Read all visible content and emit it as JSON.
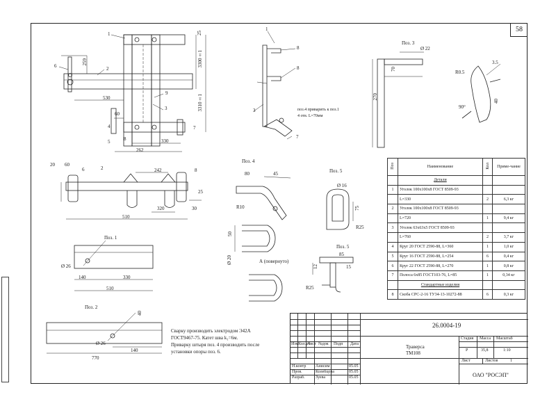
{
  "sheet_number": "58",
  "views": {
    "main_labels": [
      "1",
      "2",
      "3",
      "4",
      "5",
      "6",
      "7",
      "8",
      "9"
    ],
    "main_dims": [
      "259",
      "530",
      "60",
      "330",
      "262",
      "25",
      "3300±1",
      "3310±1"
    ],
    "side_note_line1": "поз.4 приварить к поз.1",
    "side_note_line2": "4 отв. L=70мм",
    "plan_dims": [
      "20",
      "60",
      "242",
      "25",
      "320",
      "510",
      "30",
      "6"
    ],
    "pos1_title": "Поз. 1",
    "pos1_dims": [
      "Ø 26",
      "140",
      "330",
      "510"
    ],
    "pos2_title": "Поз. 2",
    "pos2_dims": [
      "40",
      "Ø 26",
      "140",
      "770"
    ],
    "pos3_title": "Поз. 3",
    "pos3_dims": [
      "Ø 22",
      "70",
      "R0.5",
      "3.5",
      "90°",
      "40",
      "270"
    ],
    "pos4_title": "Поз. 4",
    "pos4_dims": [
      "80",
      "45",
      "R10",
      "Ø 20",
      "50"
    ],
    "pos4_view": "А (повернуто)",
    "pos5a_title": "Поз. 5",
    "pos5a_dims": [
      "Ø 16",
      "75",
      "R25"
    ],
    "pos5b_title": "Поз. 5",
    "pos5b_dims": [
      "85",
      "15",
      "12",
      "R25"
    ]
  },
  "spec_table": {
    "headers": {
      "pos": "Поз",
      "name": "Наименование",
      "qty": "Кол",
      "note": "Приме-чание"
    },
    "section_parts": "Детали",
    "section_std": "Стандартные изделия",
    "rows": [
      {
        "pos": "1",
        "name": "Уголок 100х100х8 ГОСТ 8509-93",
        "qty": "",
        "note": ""
      },
      {
        "pos": "",
        "name": "L=330",
        "qty": "2",
        "note": "6,3 кг"
      },
      {
        "pos": "2",
        "name": "Уголок 100х100х8 ГОСТ 8509-93",
        "qty": "",
        "note": ""
      },
      {
        "pos": "",
        "name": "L=720",
        "qty": "1",
        "note": "9,4 кг"
      },
      {
        "pos": "3",
        "name": "Уголок 63х63х5 ГОСТ 8509-93",
        "qty": "",
        "note": ""
      },
      {
        "pos": "",
        "name": "L=760",
        "qty": "2",
        "note": "3,7 кг"
      },
      {
        "pos": "4",
        "name": "Круг 20 ГОСТ 2590-88, L=360",
        "qty": "1",
        "note": "1,0 кг"
      },
      {
        "pos": "5",
        "name": "Круг 16 ГОСТ 2590-88, L=254",
        "qty": "6",
        "note": "0,4 кг"
      },
      {
        "pos": "6",
        "name": "Круг 22 ГОСТ 2590-88, L=270",
        "qty": "1",
        "note": "0,8 кг"
      },
      {
        "pos": "7",
        "name": "Полоса 6х85 ГОСТ103-76, L=85",
        "qty": "1",
        "note": "0,34 кг"
      },
      {
        "pos": "8",
        "name": "Скоба СРС-2-16 ТУ34-13-10272-88",
        "qty": "6",
        "note": "0,3 кг"
      }
    ]
  },
  "notes": {
    "line1": "Сварку производить электродом Э42А",
    "line2": "ГОСТ9467-75. Катет шва k₁=6м.",
    "line3": "Приварку штыря поз. 4 производить после",
    "line4": "установки опоры поз. 6."
  },
  "title_block": {
    "doc_code": "26.0004-19",
    "title_line1": "Траверса",
    "title_line2": "ТМ108",
    "col_stage": "Стадия",
    "col_mass": "Масса",
    "col_scale": "Масштаб",
    "stage": "Р",
    "mass": "35,8",
    "scale": "1:10",
    "sheet_label": "Лист",
    "sheets_label": "Листов",
    "sheets_value": "1",
    "org": "ОАО \"РОСЭП\"",
    "rev_cols": [
      "Изм",
      "Кол.уч",
      "Лист",
      "№док",
      "Подп",
      "Дата"
    ],
    "roles": [
      "Н.контр",
      "Пров.",
      "Разраб."
    ],
    "names": [
      "Анисим",
      "Колебцова",
      "Зуева"
    ],
    "dates": [
      "05.05",
      "05.05",
      "05.05"
    ]
  }
}
